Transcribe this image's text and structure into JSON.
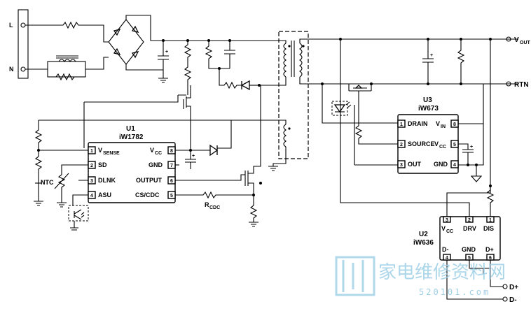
{
  "nets": {
    "line": "L",
    "neutral": "N",
    "vout_main": "V",
    "vout_sub": "OUT",
    "rtn": "RTN",
    "d_plus": "D+",
    "d_minus": "D-",
    "ntc": "NTC",
    "rcdc_main": "R",
    "rcdc_sub": "CDC"
  },
  "u1": {
    "ref": "U1",
    "part": "iW1782",
    "pin_vsense_main": "V",
    "pin_vsense_sub": "SENSE",
    "pin_sd": "SD",
    "pin_dlnk": "DLNK",
    "pin_asu": "ASU",
    "pin_vcc_main": "V",
    "pin_vcc_sub": "CC",
    "pin_gnd": "GND",
    "pin_output": "OUTPUT",
    "pin_cscdc": "CS/CDC",
    "pin_numbers": [
      "1",
      "2",
      "3",
      "4",
      "8",
      "7",
      "6",
      "5"
    ]
  },
  "u3": {
    "ref": "U3",
    "part": "iW673",
    "pin_drain": "DRAIN",
    "pin_source": "SOURCE",
    "pin_out": "OUT",
    "pin_vin_main": "V",
    "pin_vin_sub": "IN",
    "pin_vcc_main": "V",
    "pin_vcc_sub": "CC",
    "pin_gnd": "GND",
    "pin_numbers": [
      "1",
      "2",
      "3",
      "8",
      "5",
      "4"
    ]
  },
  "u2": {
    "ref": "U2",
    "part": "iW636",
    "pin_vcc_main": "V",
    "pin_vcc_sub": "CC",
    "pin_drv": "DRV",
    "pin_dis": "DIS",
    "pin_dminus": "D-",
    "pin_gnd": "GND",
    "pin_dplus": "D+",
    "pin_numbers": [
      "3",
      "2",
      "1",
      "4",
      "5",
      "6"
    ]
  },
  "watermark": {
    "chinese": "家电维修资料网",
    "digits": "520101.com"
  }
}
